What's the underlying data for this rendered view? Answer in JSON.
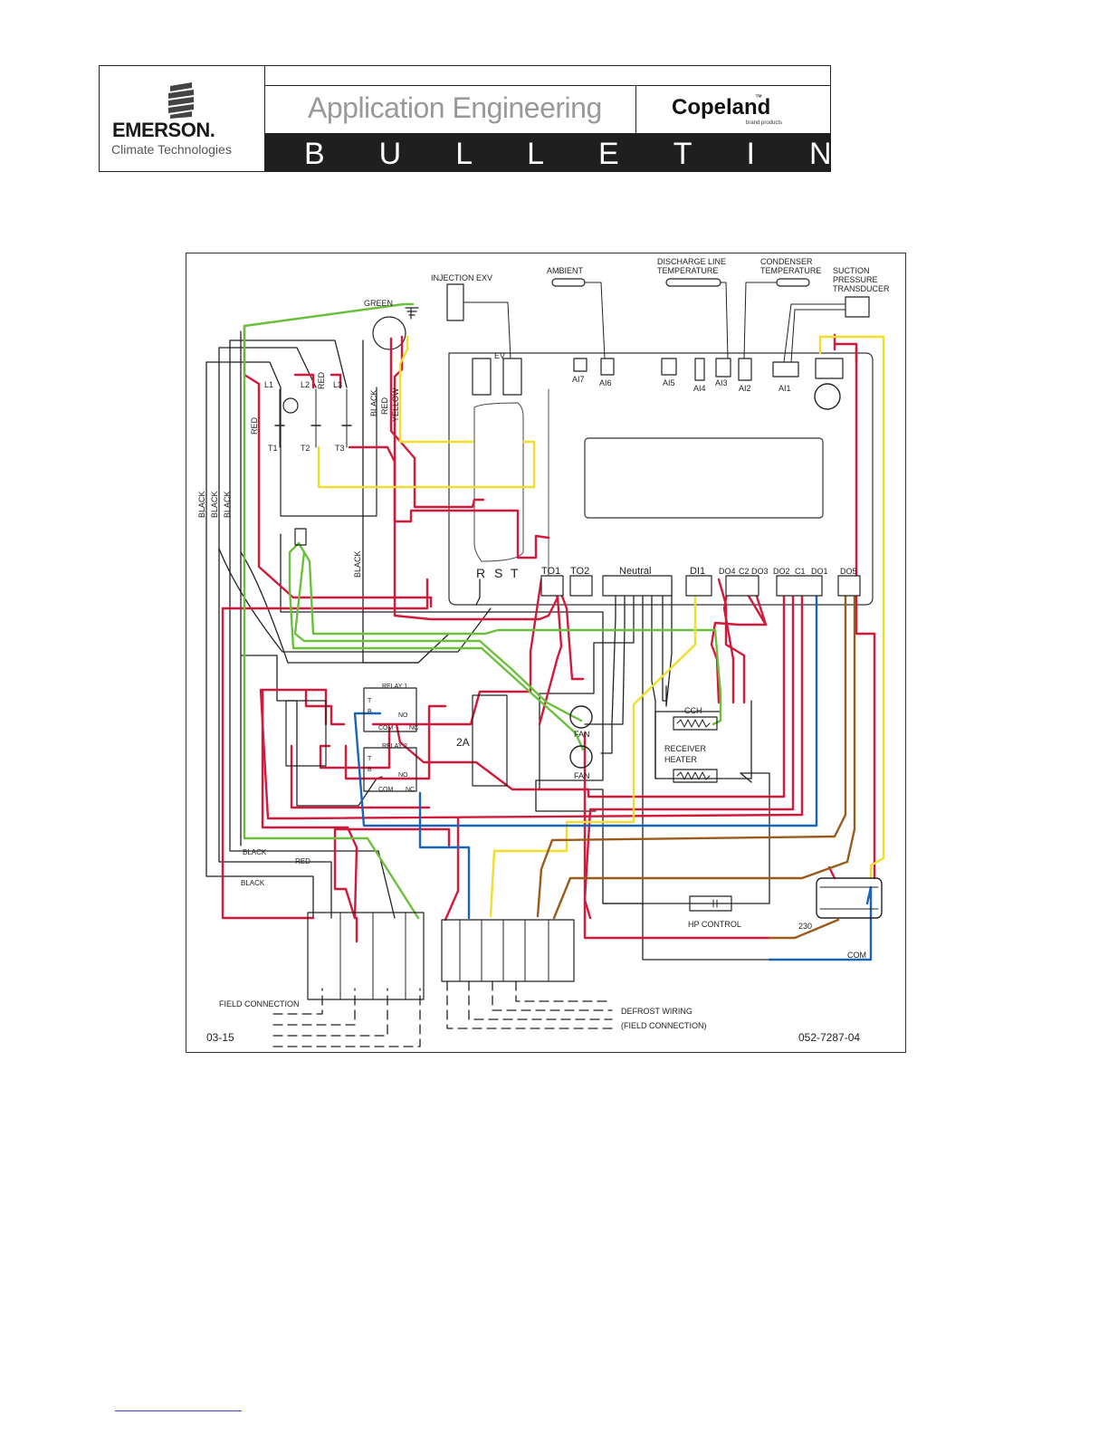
{
  "header": {
    "company": "EMERSON.",
    "company_sub": "Climate Technologies",
    "title": "Application Engineering",
    "brand": "Copeland",
    "brand_tm": "™",
    "brand_sub": "brand products",
    "bulletin": "BULLETIN"
  },
  "diagram": {
    "labels": {
      "injection_exv": "INJECTION EXV",
      "ambient": "AMBIENT",
      "discharge_1": "DISCHARGE LINE",
      "discharge_2": "TEMPERATURE",
      "condenser_1": "CONDENSER",
      "condenser_2": "TEMPERATURE",
      "suction_1": "SUCTION",
      "suction_2": "PRESSURE",
      "suction_3": "TRANSDUCER",
      "green": "GREEN",
      "ev": "EV",
      "ai7": "AI7",
      "ai6": "AI6",
      "ai5": "AI5",
      "ai4": "AI4",
      "ai3": "AI3",
      "ai2": "AI2",
      "ai1": "AI1",
      "l1": "L1",
      "l2": "L2",
      "l3": "L3",
      "t1": "T1",
      "t2": "T2",
      "t3": "T3",
      "black": "BLACK",
      "red": "RED",
      "yellow": "YELLOW",
      "r": "R",
      "s": "S",
      "t": "T",
      "to1": "TO1",
      "to2": "TO2",
      "neutral": "Neutral",
      "di1": "DI1",
      "do4": "DO4",
      "c2": "C2",
      "do3": "DO3",
      "do2": "DO2",
      "c1": "C1",
      "do1": "DO1",
      "do5": "DO5",
      "relay1": "RELAY 1",
      "relay2": "RELAY 2",
      "rt": "T",
      "rb": "B",
      "no": "NO",
      "com": "COM",
      "nc": "NC",
      "fuse": "2A",
      "fan": "FAN",
      "cch": "CCH",
      "receiver_1": "RECEIVER",
      "receiver_2": "HEATER",
      "hp_control": "HP CONTROL",
      "v230": "230",
      "com_label": "COM",
      "field_connection": "FIELD CONNECTION",
      "defrost_1": "DEFROST WIRING",
      "defrost_2": "(FIELD CONNECTION)",
      "date": "03-15",
      "drawing_no": "052-7287-04"
    }
  },
  "colors": {
    "red": "#d2193a",
    "green": "#6abf3c",
    "yellow": "#f2de2a",
    "blue": "#1a63b8",
    "brown": "#9a5a1a",
    "black": "#222222"
  }
}
